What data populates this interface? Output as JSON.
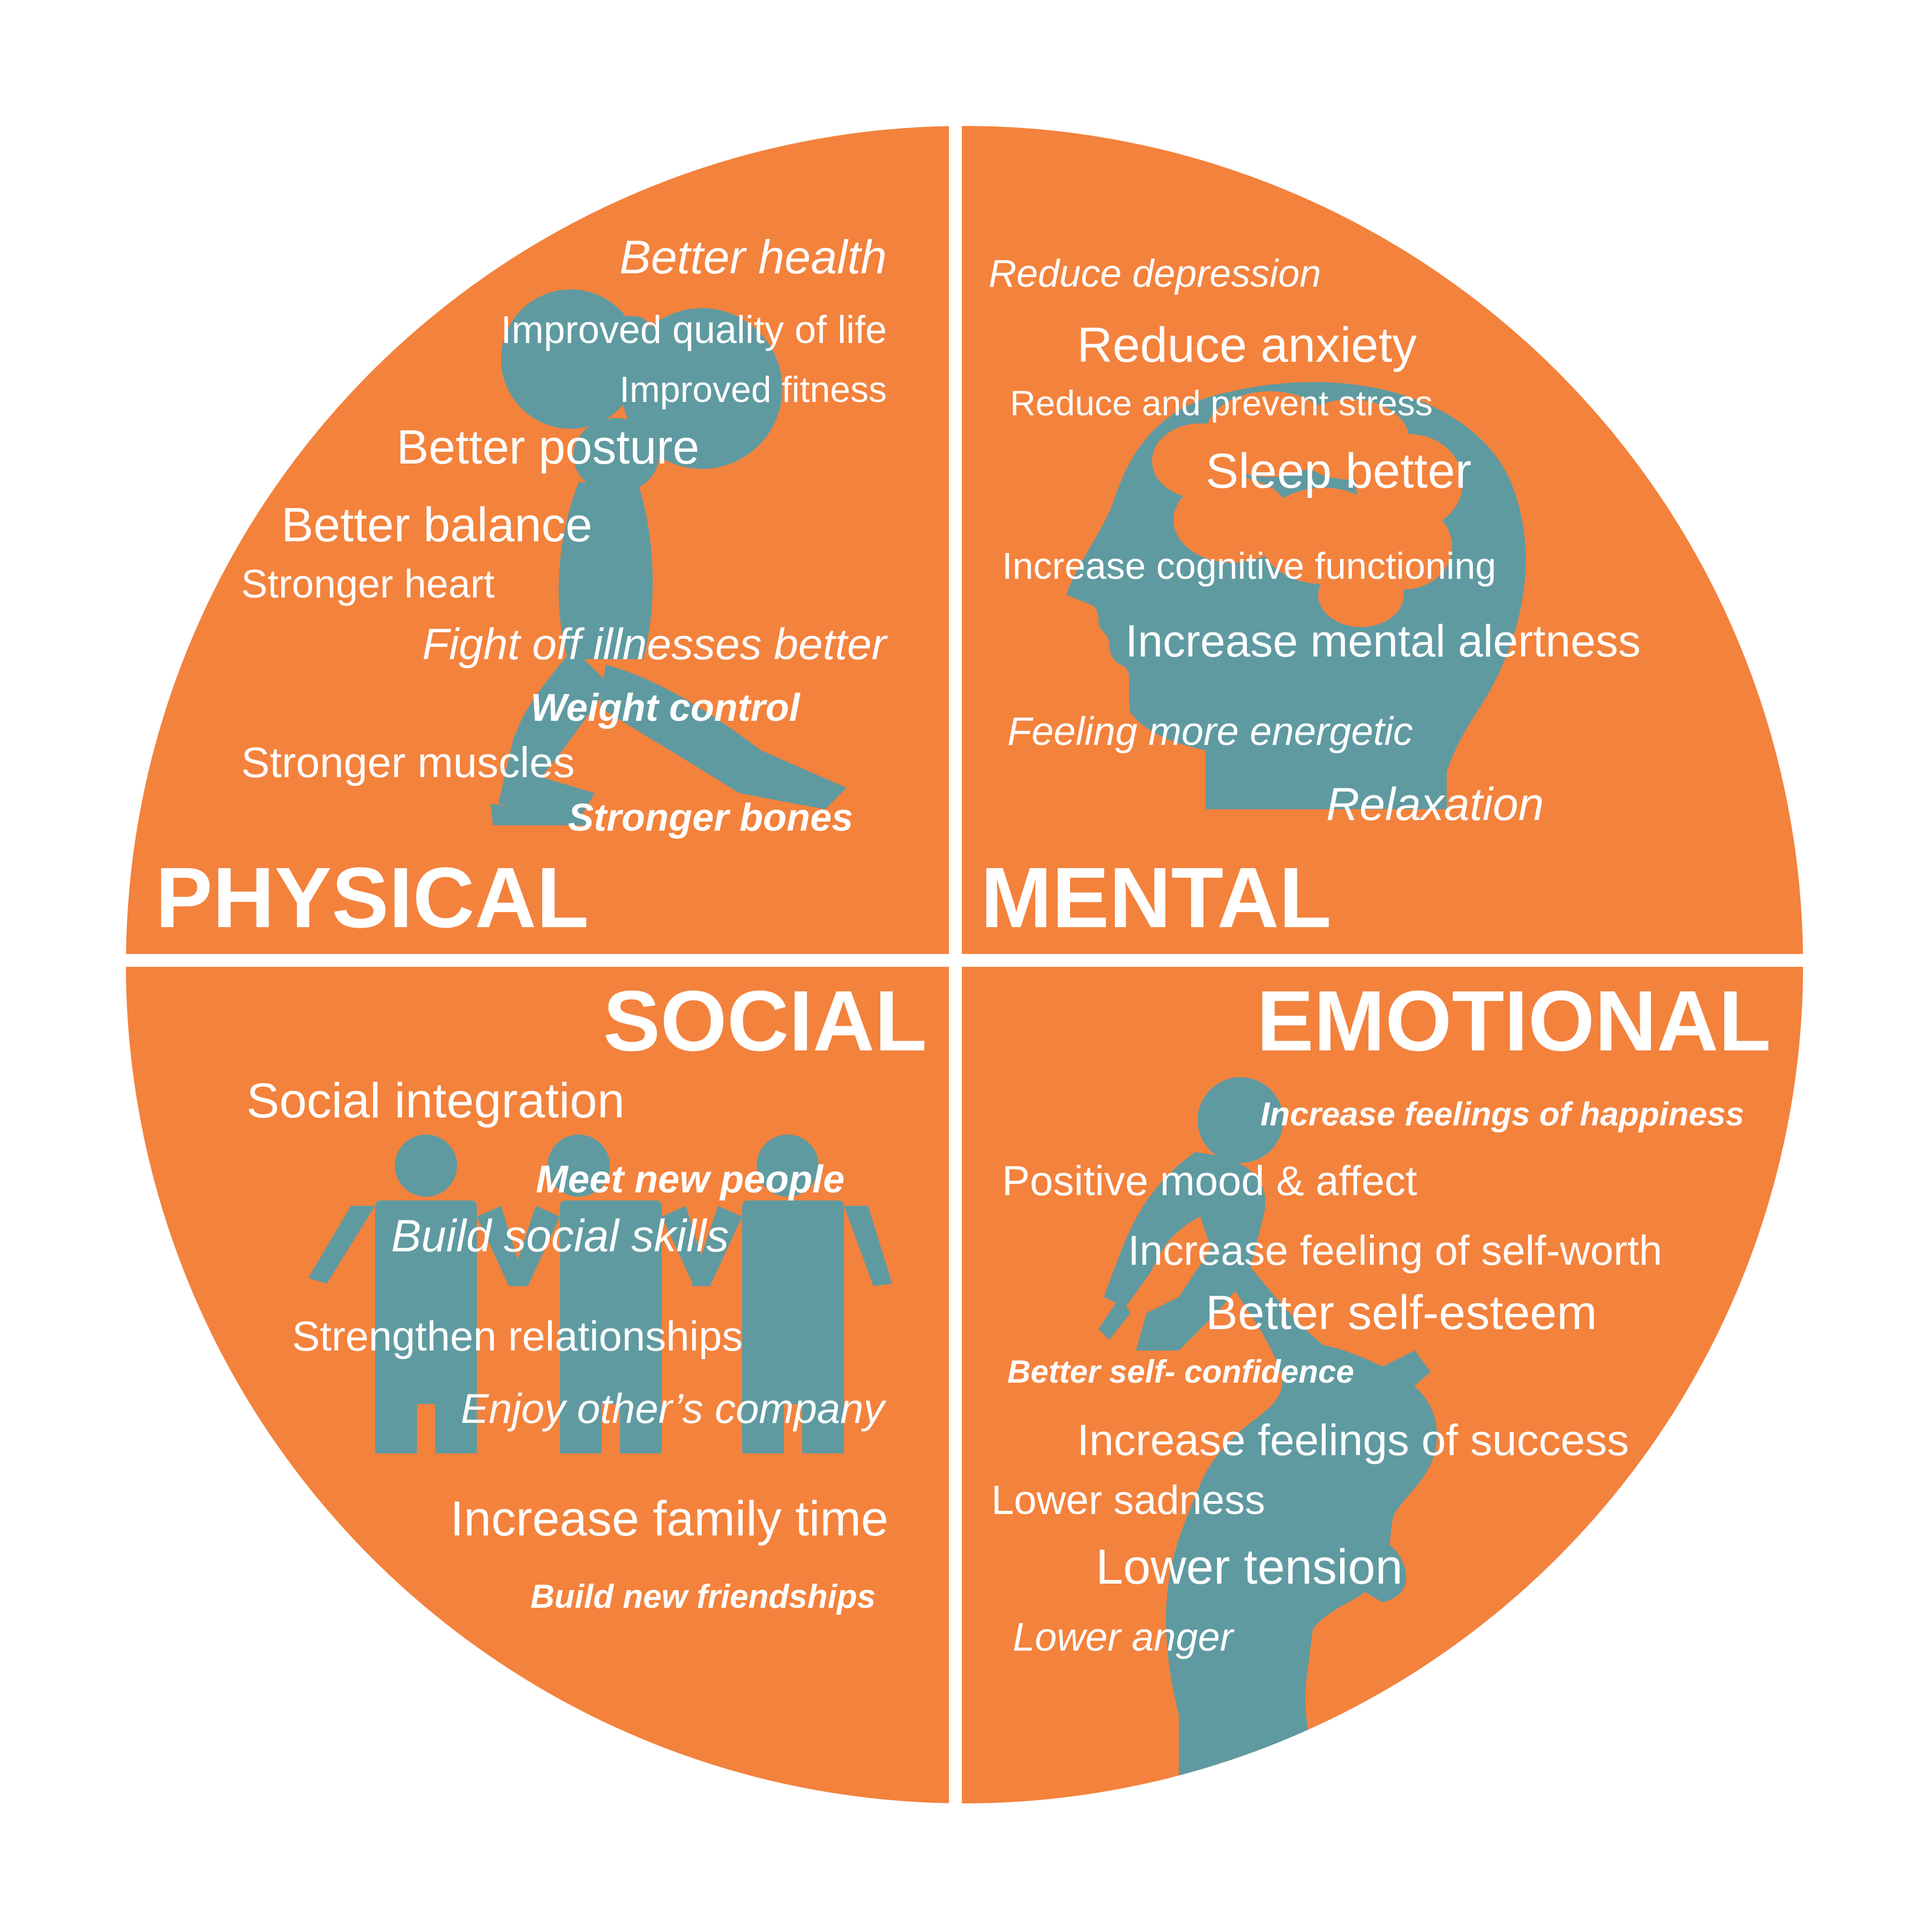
{
  "colors": {
    "background": "#ffffff",
    "quadrant_fill": "#f3823d",
    "silhouette": "#5f9aa1",
    "text": "#ffffff",
    "divider": "#ffffff"
  },
  "quadrants": {
    "physical": {
      "title": "PHYSICAL",
      "icon": "weightlifter-silhouette-icon",
      "items": [
        {
          "text": "Better health",
          "italic": true,
          "bold": false
        },
        {
          "text": "Improved quality of life",
          "italic": false,
          "bold": false
        },
        {
          "text": "Improved fitness",
          "italic": false,
          "bold": false
        },
        {
          "text": "Better posture",
          "italic": false,
          "bold": false
        },
        {
          "text": "Better balance",
          "italic": false,
          "bold": false
        },
        {
          "text": "Stronger heart",
          "italic": false,
          "bold": false
        },
        {
          "text": "Fight off illnesses better",
          "italic": true,
          "bold": false
        },
        {
          "text": "Weight control",
          "italic": true,
          "bold": true
        },
        {
          "text": "Stronger muscles",
          "italic": false,
          "bold": false
        },
        {
          "text": "Stronger bones",
          "italic": true,
          "bold": true
        }
      ]
    },
    "mental": {
      "title": "MENTAL",
      "icon": "head-brain-silhouette-icon",
      "items": [
        {
          "text": "Reduce depression",
          "italic": true,
          "bold": false
        },
        {
          "text": "Reduce anxiety",
          "italic": false,
          "bold": false
        },
        {
          "text": "Reduce and prevent stress",
          "italic": false,
          "bold": false
        },
        {
          "text": "Sleep better",
          "italic": false,
          "bold": false
        },
        {
          "text": "Increase cognitive functioning",
          "italic": false,
          "bold": false
        },
        {
          "text": "Increase mental alertness",
          "italic": false,
          "bold": false
        },
        {
          "text": "Feeling more energetic",
          "italic": true,
          "bold": false
        },
        {
          "text": "Relaxation",
          "italic": true,
          "bold": false
        }
      ]
    },
    "social": {
      "title": "SOCIAL",
      "icon": "three-people-holding-hands-icon",
      "items": [
        {
          "text": "Social integration",
          "italic": false,
          "bold": false
        },
        {
          "text": "Meet new people",
          "italic": true,
          "bold": true
        },
        {
          "text": "Build social skills",
          "italic": true,
          "bold": false
        },
        {
          "text": "Strengthen relationships",
          "italic": false,
          "bold": false
        },
        {
          "text": "Enjoy other’s company",
          "italic": true,
          "bold": false
        },
        {
          "text": "Increase family time",
          "italic": false,
          "bold": false
        },
        {
          "text": "Build new friendships",
          "italic": true,
          "bold": true
        }
      ]
    },
    "emotional": {
      "title": "EMOTIONAL",
      "icon": "parent-lifting-child-silhouette-icon",
      "items": [
        {
          "text": "Increase feelings of happiness",
          "italic": true,
          "bold": true
        },
        {
          "text": "Positive mood & affect",
          "italic": false,
          "bold": false
        },
        {
          "text": "Increase feeling of self-worth",
          "italic": false,
          "bold": false
        },
        {
          "text": "Better self-esteem",
          "italic": false,
          "bold": false
        },
        {
          "text": "Better self- confidence",
          "italic": true,
          "bold": true
        },
        {
          "text": "Increase feelings of success",
          "italic": false,
          "bold": false
        },
        {
          "text": "Lower sadness",
          "italic": false,
          "bold": false
        },
        {
          "text": "Lower tension",
          "italic": false,
          "bold": false
        },
        {
          "text": "Lower anger",
          "italic": true,
          "bold": false
        }
      ]
    }
  }
}
